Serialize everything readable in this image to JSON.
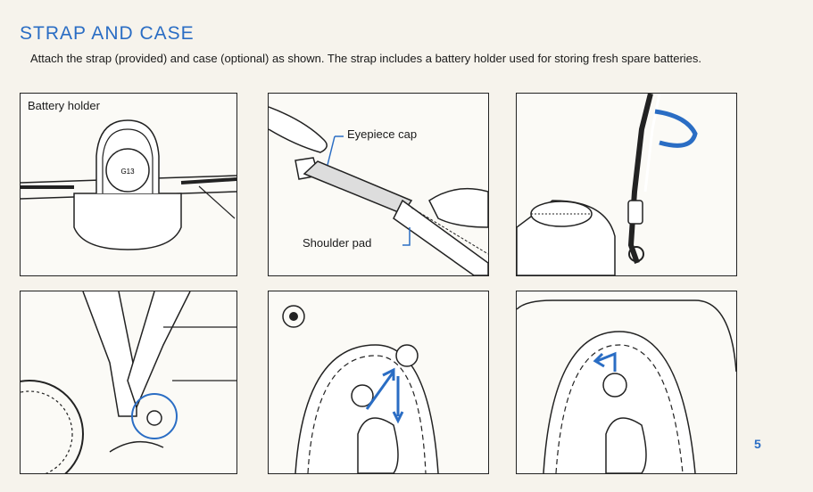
{
  "page": {
    "title": "STRAP AND CASE",
    "intro": "Attach the strap (provided) and case (optional) as shown. The strap includes a battery holder used for storing fresh spare batteries.",
    "page_number": "5"
  },
  "figures": {
    "battery_holder_label": "Battery holder",
    "battery_marking_1": "G13",
    "eyepiece_cap_label": "Eyepiece cap",
    "shoulder_pad_label": "Shoulder pad"
  },
  "colors": {
    "accent": "#2a6dc4",
    "ink": "#1a1a1a",
    "paper": "#f6f3ec"
  }
}
